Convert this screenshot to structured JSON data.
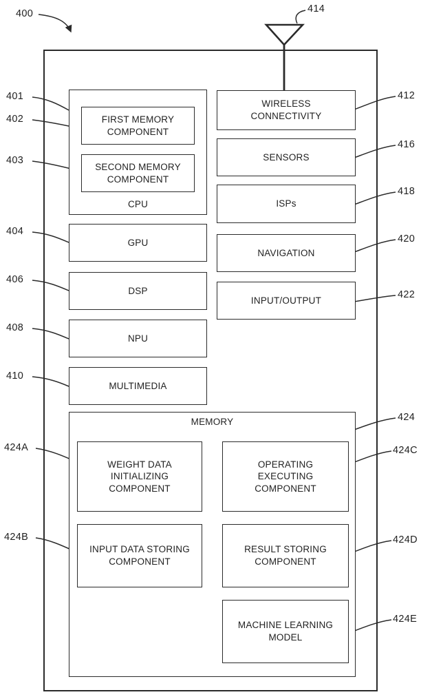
{
  "figure_refs": {
    "fig": "400",
    "antenna": "414",
    "cpu": "401",
    "first_memory": "402",
    "second_memory": "403",
    "gpu": "404",
    "dsp": "406",
    "npu": "408",
    "multimedia": "410",
    "wireless": "412",
    "sensors": "416",
    "isps": "418",
    "navigation": "420",
    "input_output": "422",
    "memory": "424",
    "weight_data": "424A",
    "input_data": "424B",
    "operating": "424C",
    "result": "424D",
    "ml_model": "424E"
  },
  "blocks": {
    "cpu": "CPU",
    "first_memory": "FIRST MEMORY\nCOMPONENT",
    "second_memory": "SECOND MEMORY\nCOMPONENT",
    "gpu": "GPU",
    "dsp": "DSP",
    "npu": "NPU",
    "multimedia": "MULTIMEDIA",
    "wireless": "WIRELESS\nCONNECTIVITY",
    "sensors": "SENSORS",
    "isps": "ISPs",
    "navigation": "NAVIGATION",
    "input_output": "INPUT/OUTPUT",
    "memory": "MEMORY",
    "weight_data": "WEIGHT DATA\nINITIALIZING\nCOMPONENT",
    "operating": "OPERATING\nEXECUTING\nCOMPONENT",
    "input_data": "INPUT DATA STORING\nCOMPONENT",
    "result": "RESULT STORING\nCOMPONENT",
    "ml_model": "MACHINE LEARNING\nMODEL"
  }
}
